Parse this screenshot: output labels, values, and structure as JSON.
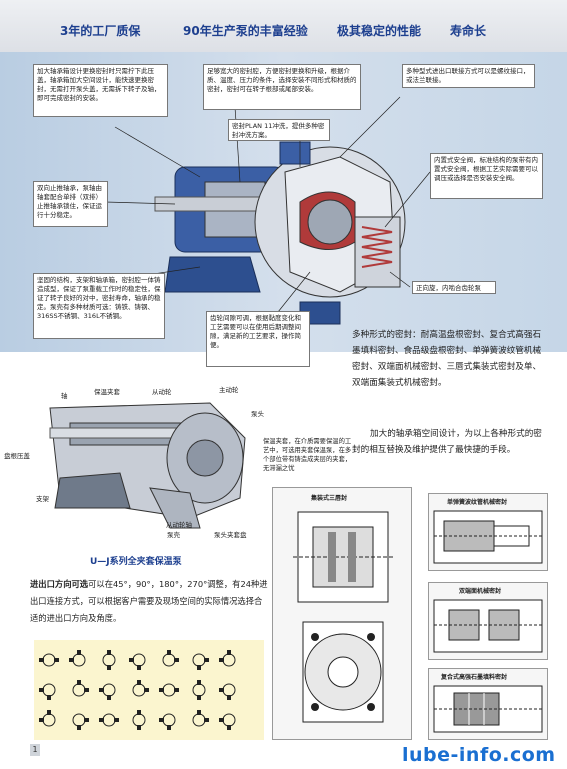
{
  "header": {
    "t1": "3年的工厂质保",
    "t2": "90年生产泵的丰富经验",
    "t3": "极其稳定的性能",
    "t4": "寿命长"
  },
  "callouts": {
    "bearing_box": "加大轴承箱设计更换密封时只需拧下此压盖，轴承箱加大空间设计，能快速更换密封，无需打开泵头盖，无需拆下转子及轴，即可完成密封的安装。",
    "bearing_box_hl": "加大轴承箱设计",
    "seal_cavity": "足够宽大的密封腔，方便密封更换和升级，根据介质、温度、压力的条件，选择安装不同形式和材质的密封，密封可在转子根部或尾部安装。",
    "seal_cavity_hl": "足够宽大的密封腔",
    "plan11": "密封PLAN 11冲洗，提供多种密封冲洗方案。",
    "plan11_hl": "密封PLAN 11冲洗",
    "ports": "多种型式进出口联接方式可以是螺纹接口，或法兰联接。",
    "ports_hl": "多种型式进出口联接方式",
    "valve": "内置式安全阀，标准结构的泵带有内置式安全阀，根据工艺实际需要可以调压或选择是否安装安全阀。",
    "valve_hl": "内置式安全阀",
    "thrust": "双向止推轴承，泵轴由轴套配合单排（双排）止推轴承锁住，保证运行十分稳定。",
    "thrust_hl": "双向止推轴承",
    "structure": "坚固的结构，支架和轴承箱，密封腔一体铸造成型，保证了泵重载工作时的稳定性，保证了转子良好的对中，密封寿命，轴承的稳定。泵壳有多种材质可选：铸铁、铸钢、316SS不锈钢、316L不锈钢。",
    "structure_hl": "坚固的结构",
    "gear": "齿轮间隙可调，根据黏度变化和工艺需要可以在使用后期调整间隙，满足新的工艺要求，操作简便。",
    "gear_hl": "齿轮间隙可调",
    "reverse": "正向旋，内啮合齿轮泵",
    "reverse_hl": "正向旋"
  },
  "right_text": {
    "p1": "多种形式的密封：耐高温盘根密封、复合式高强石墨填料密封、食品级盘根密封、单弹簧波纹管机械密封、双端面机械密封、三唇式集装式密封及单、双端面集装式机械密封。",
    "p2": "加大的轴承箱空间设计，为以上各种形式的密封的相互替换及维护提供了最快捷的手段。"
  },
  "diagram2": {
    "labels": {
      "zhou": "轴",
      "baowen": "保温夹套",
      "congdong": "从动轮",
      "zhudong": "主动轮",
      "bengtou": "泵头",
      "pangen": "盘根压盖",
      "zhijia": "支架",
      "congdonglunzhou": "从动轮轴",
      "bengke": "泵壳",
      "bengtoujiataopan": "泵头夹套盘"
    },
    "note": "保温夹套，在介质需要保温的工艺中，可选用夹套保温泵，在多个部位带有铸造成夹层的夹套，无滞漏之忧",
    "title": "U—J系列全夹套保温泵"
  },
  "ports_text": {
    "bold": "进出口方向可选",
    "rest": "可以在45°，90°，180°，270°调整，有24种进出口连接方式，可以根据客户需要及现场空间的实际情况选择合适的进出口方向及角度。"
  },
  "panels": {
    "mid_title": "集装式三唇封",
    "r1_title": "单弹簧波纹管机械密封",
    "r2_title": "双端面机械密封",
    "r3_title": "复合式高强石墨填料密封"
  },
  "footer": {
    "page": "1",
    "site": "lube-info.com"
  },
  "colors": {
    "brand_blue": "#1d3f8f",
    "band": "#c5d6e7",
    "site_blue": "#1a6fd1",
    "grid_bg": "#fbf5cf"
  }
}
